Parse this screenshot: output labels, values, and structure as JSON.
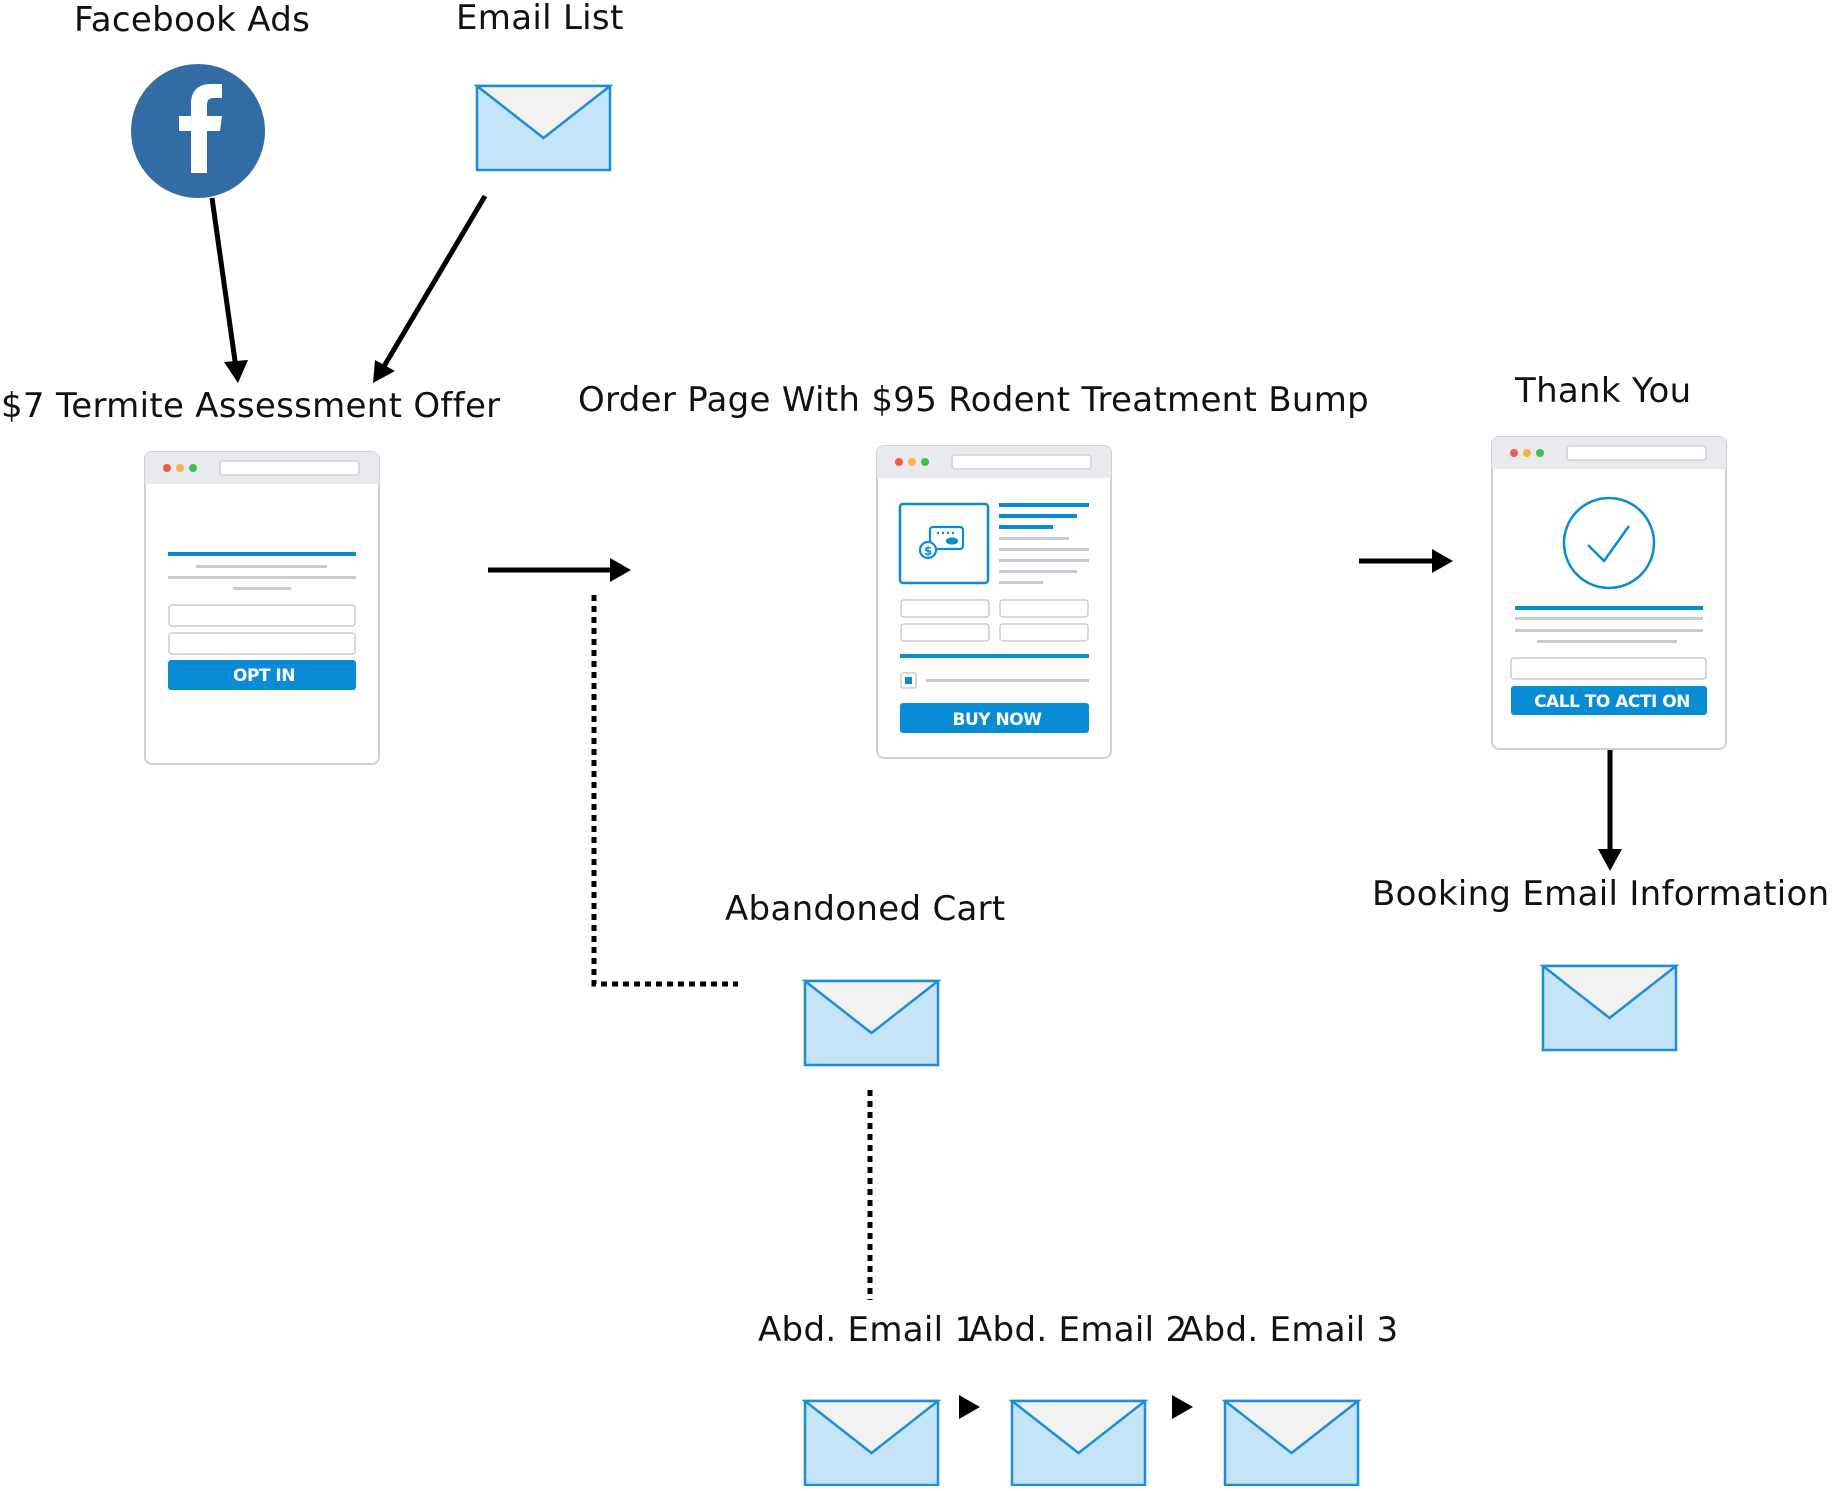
{
  "nodes": {
    "facebook_ads": {
      "label": "Facebook Ads",
      "icon": "facebook-icon",
      "color": "#336BA5"
    },
    "email_list": {
      "label": "Email List",
      "icon": "envelope-icon"
    },
    "optin_page": {
      "label": "$7 Termite Assessment Offer",
      "button": "OPT IN"
    },
    "order_page": {
      "label": "Order Page With $95 Rodent Treatment Bump",
      "button": "BUY NOW"
    },
    "thank_you_page": {
      "label": "Thank You",
      "button": "CALL TO ACTI ON"
    },
    "booking_email": {
      "label": "Booking Email Information",
      "icon": "envelope-icon"
    },
    "abandoned_cart": {
      "label": "Abandoned Cart",
      "icon": "envelope-icon"
    },
    "abd_email_1": {
      "label": "Abd. Email 1",
      "icon": "envelope-icon"
    },
    "abd_email_2": {
      "label": "Abd. Email 2",
      "icon": "envelope-icon"
    },
    "abd_email_3": {
      "label": "Abd. Email 3",
      "icon": "envelope-icon"
    }
  },
  "colors": {
    "accent": "#0A8BD6",
    "envelope_fill": "#C5E4F7",
    "envelope_stroke": "#1A8FD8",
    "frame_border": "#CDD1D6",
    "frame_bar": "#E8EAED",
    "gray_line": "#C8CBD2",
    "dot_red": "#EE5A4C",
    "dot_yellow": "#F5B33B",
    "dot_green": "#3DBE55"
  }
}
